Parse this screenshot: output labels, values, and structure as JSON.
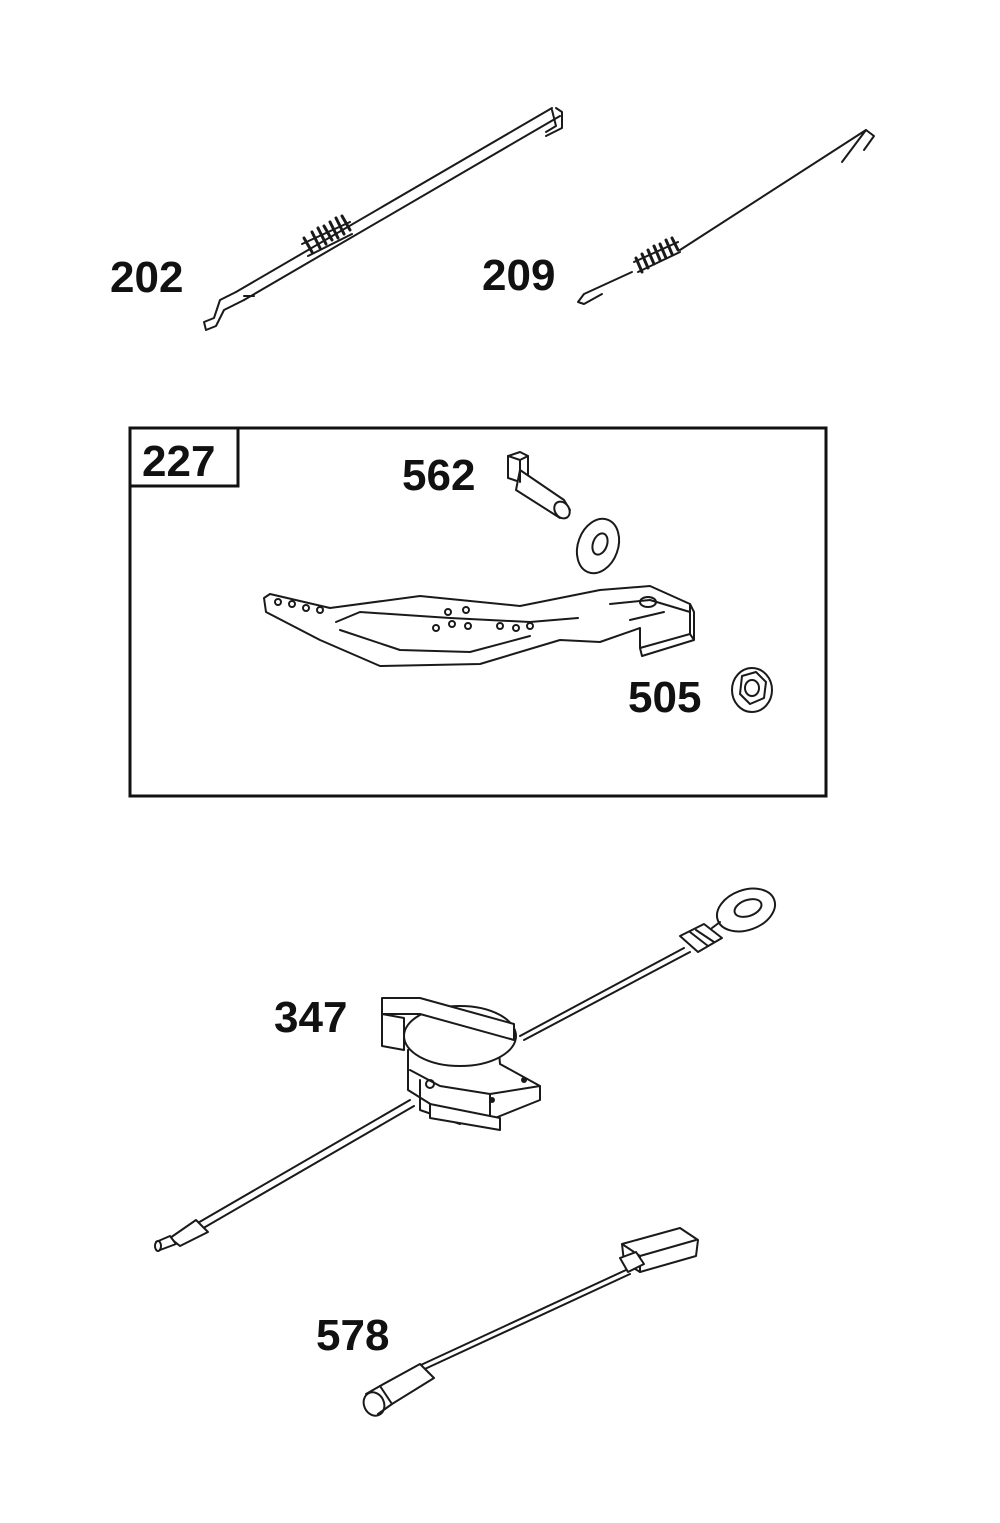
{
  "callouts": {
    "c202": "202",
    "c209": "209",
    "c227": "227",
    "c562": "562",
    "c505": "505",
    "c347": "347",
    "c578": "578"
  },
  "colors": {
    "line": "#1a1a1a",
    "background": "#ffffff"
  }
}
